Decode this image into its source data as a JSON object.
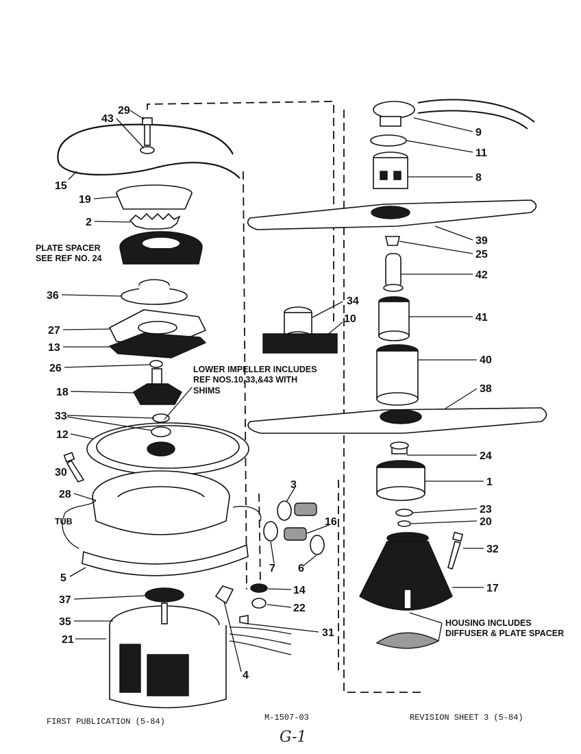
{
  "labels": {
    "p29": "29",
    "p43": "43",
    "p15": "15",
    "p19": "19",
    "p2": "2",
    "p36": "36",
    "p27": "27",
    "p13": "13",
    "p26": "26",
    "p18": "18",
    "p33": "33",
    "p12": "12",
    "p30": "30",
    "p28": "28",
    "p5": "5",
    "p37": "37",
    "p35": "35",
    "p21": "21",
    "p3": "3",
    "p16": "16",
    "p7": "7",
    "p6": "6",
    "p14": "14",
    "p22": "22",
    "p31": "31",
    "p4": "4",
    "p34": "34",
    "p10": "10",
    "p9": "9",
    "p11": "11",
    "p8": "8",
    "p39": "39",
    "p25": "25",
    "p42": "42",
    "p41": "41",
    "p40": "40",
    "p38": "38",
    "p24": "24",
    "p1": "1",
    "p23": "23",
    "p20": "20",
    "p32": "32",
    "p17": "17"
  },
  "notes": {
    "plate_spacer_1": "PLATE SPACER",
    "plate_spacer_2": "SEE REF NO. 24",
    "lower_impeller_1": "LOWER IMPELLER INCLUDES",
    "lower_impeller_2": "REF NOS.10,33,&43 WITH",
    "lower_impeller_3": "SHIMS",
    "tub": "TUB",
    "housing_1": "HOUSING INCLUDES",
    "housing_2": "DIFFUSER & PLATE SPACER"
  },
  "footer": {
    "left": "FIRST PUBLICATION (5-84)",
    "center": "M-1507-03",
    "right": "REVISION SHEET 3 (5-84)",
    "handwritten": "G-1"
  }
}
